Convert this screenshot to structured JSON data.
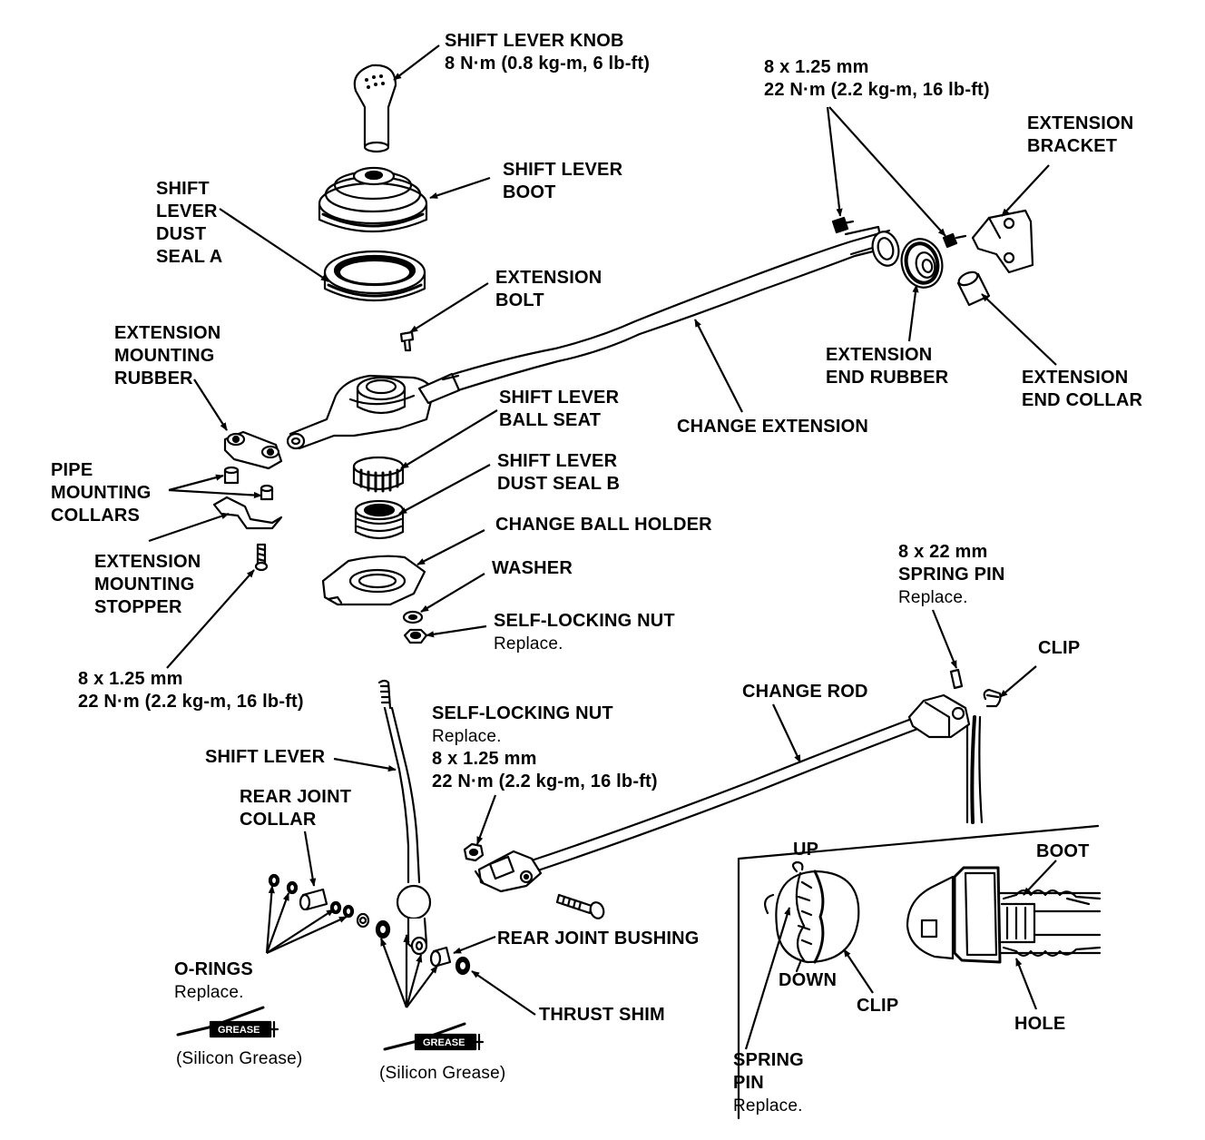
{
  "labels": {
    "shift_lever_knob": {
      "l1": "SHIFT LEVER KNOB",
      "l2": "8 N·m (0.8 kg-m, 6 lb-ft)"
    },
    "ext_bolt_torque_top": {
      "l1": "8 x 1.25 mm",
      "l2": "22 N·m (2.2 kg-m, 16 lb-ft)"
    },
    "extension_bracket": {
      "l1": "EXTENSION",
      "l2": "BRACKET"
    },
    "shift_lever_boot": {
      "l1": "SHIFT LEVER",
      "l2": "BOOT"
    },
    "dust_seal_a": {
      "l1": "SHIFT",
      "l2": "LEVER",
      "l3": "DUST",
      "l4": "SEAL A"
    },
    "extension_bolt": {
      "l1": "EXTENSION",
      "l2": "BOLT"
    },
    "extension_mounting_rubber": {
      "l1": "EXTENSION",
      "l2": "MOUNTING",
      "l3": "RUBBER"
    },
    "extension_end_rubber": {
      "l1": "EXTENSION",
      "l2": "END RUBBER"
    },
    "extension_end_collar": {
      "l1": "EXTENSION",
      "l2": "END COLLAR"
    },
    "ball_seat": {
      "l1": "SHIFT LEVER",
      "l2": "BALL SEAT"
    },
    "change_extension": {
      "l1": "CHANGE EXTENSION"
    },
    "dust_seal_b": {
      "l1": "SHIFT LEVER",
      "l2": "DUST SEAL B"
    },
    "pipe_collars": {
      "l1": "PIPE",
      "l2": "MOUNTING",
      "l3": "COLLARS"
    },
    "change_ball_holder": {
      "l1": "CHANGE BALL HOLDER"
    },
    "extension_mounting_stopper": {
      "l1": "EXTENSION",
      "l2": "MOUNTING",
      "l3": "STOPPER"
    },
    "washer": {
      "l1": "WASHER"
    },
    "spring_pin_top": {
      "l1": "8 x 22 mm",
      "l2": "SPRING PIN",
      "l3": "Replace."
    },
    "self_locking_nut_1": {
      "l1": "SELF-LOCKING NUT",
      "l2": "Replace."
    },
    "clip_top": {
      "l1": "CLIP"
    },
    "torque_left": {
      "l1": "8 x 1.25 mm",
      "l2": "22 N·m (2.2 kg-m, 16 lb-ft)"
    },
    "change_rod": {
      "l1": "CHANGE ROD"
    },
    "self_locking_nut_2": {
      "l1": "SELF-LOCKING NUT",
      "l2": "Replace.",
      "l3": "8 x 1.25 mm",
      "l4": "22 N·m (2.2 kg-m, 16 lb-ft)"
    },
    "shift_lever": {
      "l1": "SHIFT LEVER"
    },
    "rear_joint_collar": {
      "l1": "REAR JOINT",
      "l2": "COLLAR"
    },
    "rear_joint_bushing": {
      "l1": "REAR JOINT BUSHING"
    },
    "o_rings": {
      "l1": "O-RINGS",
      "l2": "Replace."
    },
    "thrust_shim": {
      "l1": "THRUST SHIM"
    },
    "silicon_grease_1": {
      "l1": "(Silicon Grease)"
    },
    "silicon_grease_2": {
      "l1": "(Silicon Grease)"
    },
    "inset_up": {
      "l1": "UP"
    },
    "inset_down": {
      "l1": "DOWN"
    },
    "inset_clip": {
      "l1": "CLIP"
    },
    "inset_spring_pin": {
      "l1": "SPRING",
      "l2": "PIN",
      "l3": "Replace."
    },
    "inset_boot": {
      "l1": "BOOT"
    },
    "inset_hole": {
      "l1": "HOLE"
    }
  },
  "grease_tube_text": "GREASE"
}
